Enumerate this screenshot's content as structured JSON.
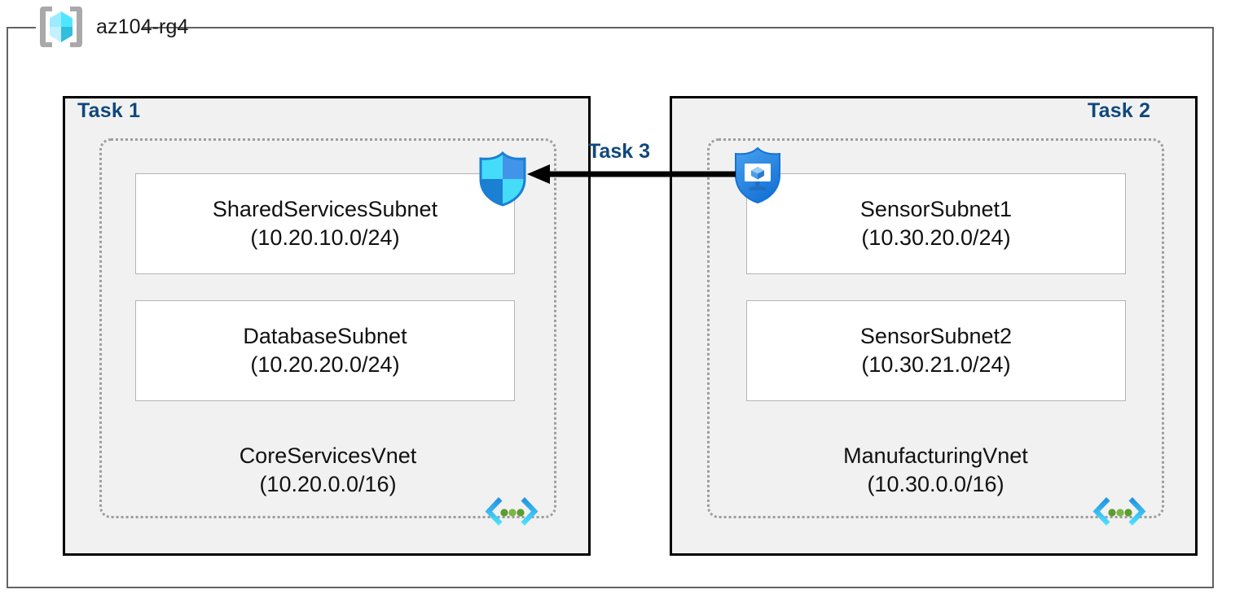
{
  "resource_group": {
    "name": "az104-rg4",
    "icon": "azure-resource-group-cube-icon"
  },
  "tasks": [
    {
      "id": "task1",
      "label": "Task 1",
      "align": "left"
    },
    {
      "id": "task2",
      "label": "Task 2",
      "align": "right"
    },
    {
      "id": "task3",
      "label": "Task 3",
      "align": "center"
    }
  ],
  "vnets": [
    {
      "id": "vnet1",
      "name": "CoreServicesVnet",
      "cidr": "(10.20.0.0/16)",
      "icon": "vnet-brackets-icon",
      "subnets": [
        {
          "name": "SharedServicesSubnet",
          "cidr": "(10.20.10.0/24)"
        },
        {
          "name": "DatabaseSubnet",
          "cidr": "(10.20.20.0/24)"
        }
      ]
    },
    {
      "id": "vnet2",
      "name": "ManufacturingVnet",
      "cidr": "(10.30.0.0/16)",
      "icon": "vnet-brackets-icon",
      "subnets": [
        {
          "name": "SensorSubnet1",
          "cidr": "(10.30.20.0/24)"
        },
        {
          "name": "SensorSubnet2",
          "cidr": "(10.30.21.0/24)"
        }
      ]
    }
  ],
  "icons": {
    "nsg": "network-security-group-shield-icon",
    "bastion": "bastion-shield-monitor-icon",
    "connection_arrow": "left-arrow-icon"
  },
  "colors": {
    "task_label": "#10487c",
    "task_box_fill": "#f1f1f1",
    "task_box_border": "#000000",
    "vnet_border": "#9d9d9d",
    "subnet_border": "#b3b3b3",
    "frame_border": "#636363",
    "arrow": "#000000",
    "cube_cyan": "#50e6ff",
    "shield_blue": "#1b93e8"
  }
}
